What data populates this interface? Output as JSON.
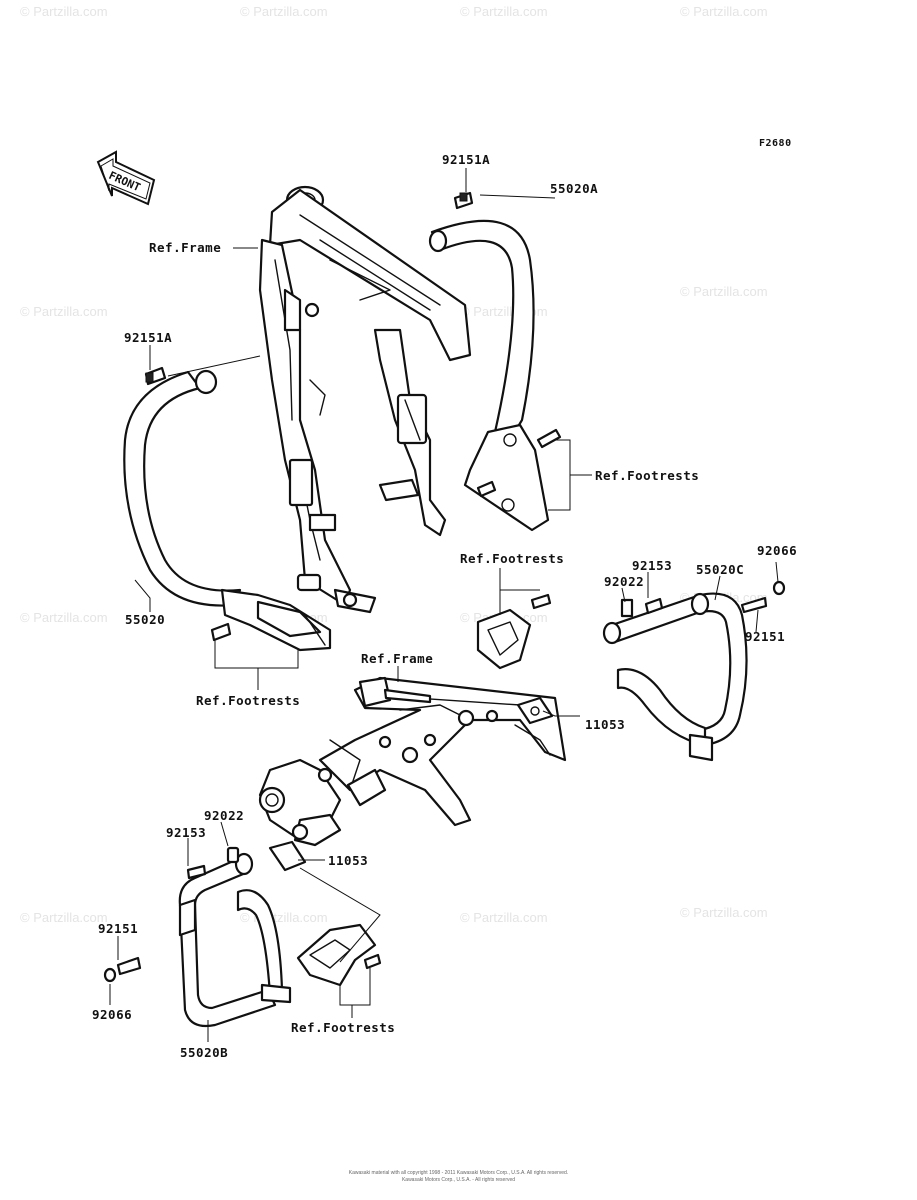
{
  "figure_code": "F2680",
  "front_label": "FRONT",
  "watermark": "© Partzilla.com",
  "labels": {
    "p92151A_top": "92151A",
    "p55020A": "55020A",
    "ref_frame_top": "Ref.Frame",
    "p92151A_left": "92151A",
    "ref_footrests_right": "Ref.Footrests",
    "ref_footrests_mid": "Ref.Footrests",
    "p92153_right": "92153",
    "p92066_right": "92066",
    "p92022_right": "92022",
    "p55020C": "55020C",
    "p92151_right": "92151",
    "p55020": "55020",
    "ref_frame_bottom": "Ref.Frame",
    "p11053_right": "11053",
    "ref_footrests_left": "Ref.Footrests",
    "p92022_left": "92022",
    "p92153_left": "92153",
    "p11053_left": "11053",
    "p92151_left": "92151",
    "p92066_left": "92066",
    "ref_footrests_bottom": "Ref.Footrests",
    "p55020B": "55020B"
  },
  "footer": {
    "line1": "Kawasaki material with all copyright 1998 - 2011 Kawasaki Motors Corp., U.S.A. All rights reserved.",
    "line2": "Kawasaki Motors Corp., U.S.A. - All rights reserved"
  }
}
